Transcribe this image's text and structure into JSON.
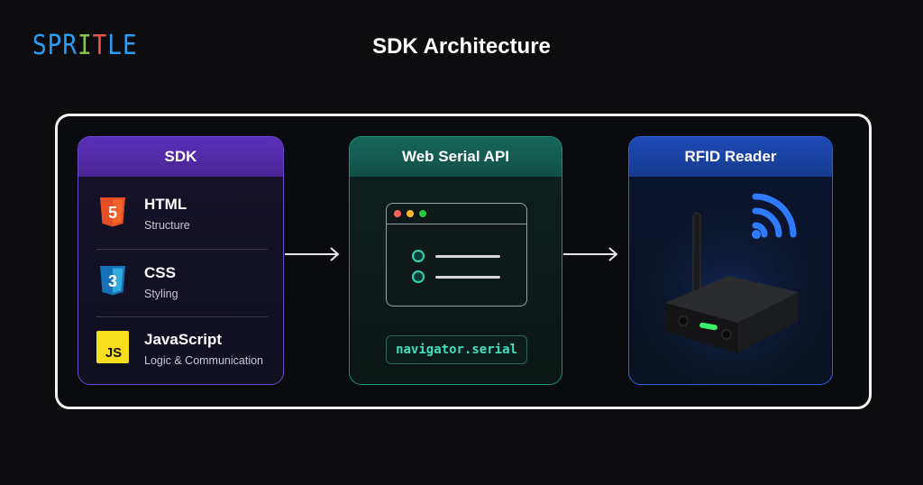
{
  "logo": {
    "letters": [
      "S",
      "P",
      "R",
      "I",
      "T",
      "L",
      "E"
    ],
    "colors": [
      "#2a9df4",
      "#2a9df4",
      "#2a9df4",
      "#8bc34a",
      "#ef5350",
      "#2a9df4",
      "#2a9df4"
    ]
  },
  "title": "SDK Architecture",
  "panels": {
    "sdk": {
      "title": "SDK",
      "items": [
        {
          "name": "HTML",
          "sub": "Structure",
          "icon": "html5-icon",
          "badge": "5"
        },
        {
          "name": "CSS",
          "sub": "Styling",
          "icon": "css3-icon",
          "badge": "3"
        },
        {
          "name": "JavaScript",
          "sub": "Logic & Communication",
          "icon": "js-icon",
          "badge": "JS"
        }
      ]
    },
    "web": {
      "title": "Web Serial API",
      "code": "navigator.serial",
      "icon": "browser-window-icon"
    },
    "rfid": {
      "title": "RFID Reader",
      "icon": "rfid-reader-device-icon",
      "signal_icon": "wifi-signal-icon"
    }
  },
  "colors": {
    "sdk": "#5b2fb8",
    "web": "#17675a",
    "rfid": "#1d4bb5",
    "accent_teal": "#2dd6b4",
    "led": "#3cf06a"
  }
}
